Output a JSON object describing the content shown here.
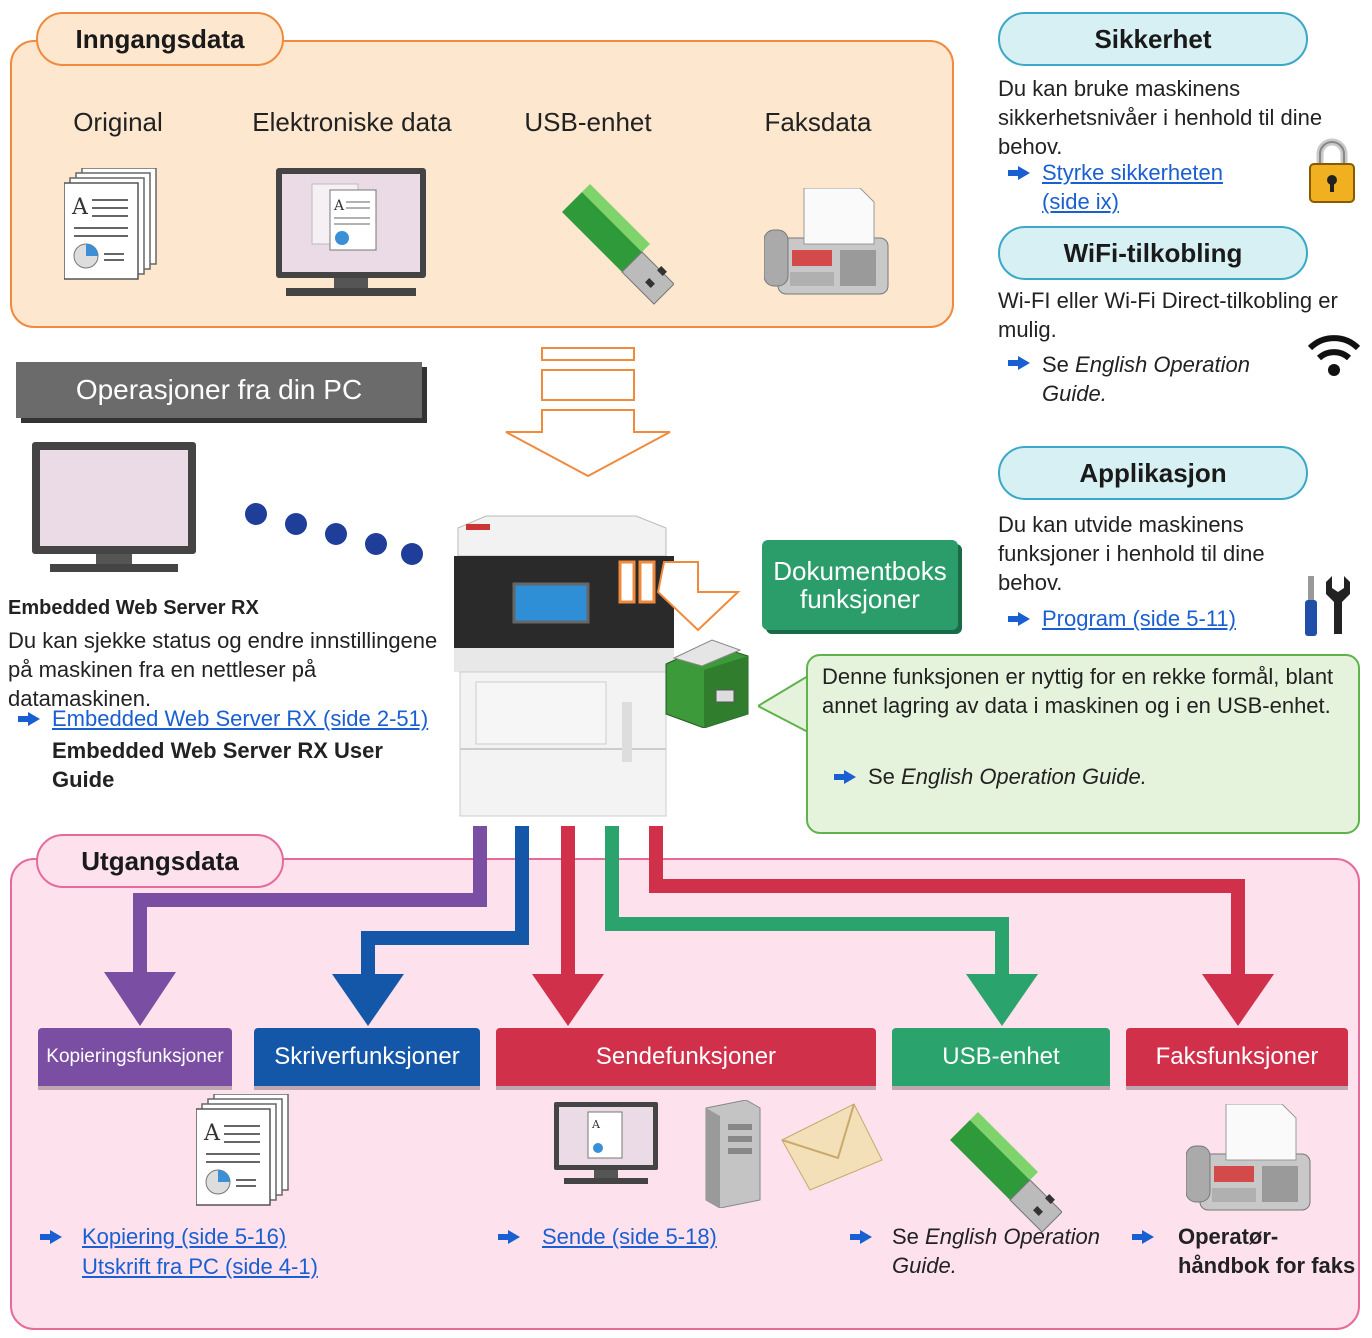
{
  "input": {
    "title": "Inngangsdata",
    "sources": [
      "Original",
      "Elektroniske data",
      "USB-enhet",
      "Faksdata"
    ]
  },
  "pc": {
    "title": "Operasjoner fra din PC",
    "heading": "Embedded Web Server RX",
    "text": "Du kan sjekke status og endre innstillingene på maskinen fra en nettleser på datamaskinen.",
    "link": "Embedded Web Server RX (side 2-51)",
    "guide": "Embedded Web Server RX User Guide"
  },
  "security": {
    "title": "Sikkerhet",
    "text": "Du kan bruke maskinens sikkerhetsnivåer i henhold til dine behov.",
    "link1": "Styrke sikkerheten",
    "link2": "(side ix)"
  },
  "wifi": {
    "title": "WiFi-tilkobling",
    "text": "Wi-FI eller Wi-Fi Direct-tilkobling er mulig.",
    "ref_prefix": "Se",
    "ref_italic1": "English Operation",
    "ref_italic2": "Guide."
  },
  "app": {
    "title": "Applikasjon",
    "text": "Du kan utvide maskinens funksjoner i henhold til dine behov.",
    "link": "Program (side 5-11)"
  },
  "docbox": {
    "line1": "Dokumentboks",
    "line2": "funksjoner",
    "callout_text": "Denne funksjonen er nyttig for en rekke formål, blant annet lagring av data i maskinen og i en USB-enhet.",
    "ref_prefix": "Se",
    "ref_italic": "English Operation Guide."
  },
  "output": {
    "title": "Utgangsdata",
    "destinations": [
      "Kopieringsfunksjoner",
      "Skriverfunksjoner",
      "Sendefunksjoner",
      "USB-enhet",
      "Faksfunksjoner"
    ],
    "copy_link": "Kopiering (side 5-16)",
    "print_link": "Utskrift fra PC (side 4-1)",
    "send_link": "Sende (side 5-18)",
    "usb_prefix": "Se",
    "usb_italic1": "English Operation",
    "usb_italic2": "Guide.",
    "fax_line1": "Operatør-",
    "fax_line2": "håndbok for faks"
  },
  "colors": {
    "copy": "#7a4ea3",
    "print": "#1457a8",
    "send": "#d0304a",
    "usb": "#2aa36d",
    "fax": "#d0304a"
  },
  "icons": [
    "document-stack-icon",
    "monitor-document-icon",
    "usb-drive-icon",
    "fax-machine-icon",
    "padlock-icon",
    "wifi-icon",
    "tools-icon",
    "computer-monitor-icon",
    "mfp-printer-icon",
    "file-box-icon",
    "server-tower-icon",
    "envelope-icon",
    "arrow-bullet-icon"
  ]
}
